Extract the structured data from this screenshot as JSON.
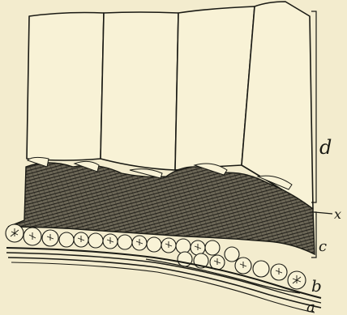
{
  "figure": {
    "labels": {
      "d": "d",
      "x": "x",
      "c": "c",
      "b": "b",
      "a": "a"
    },
    "colors": {
      "paper": "#f3ecce",
      "ink": "#1a1a14",
      "hatch": "#3d3b33",
      "cell_fill": "#f8f2d6"
    }
  }
}
